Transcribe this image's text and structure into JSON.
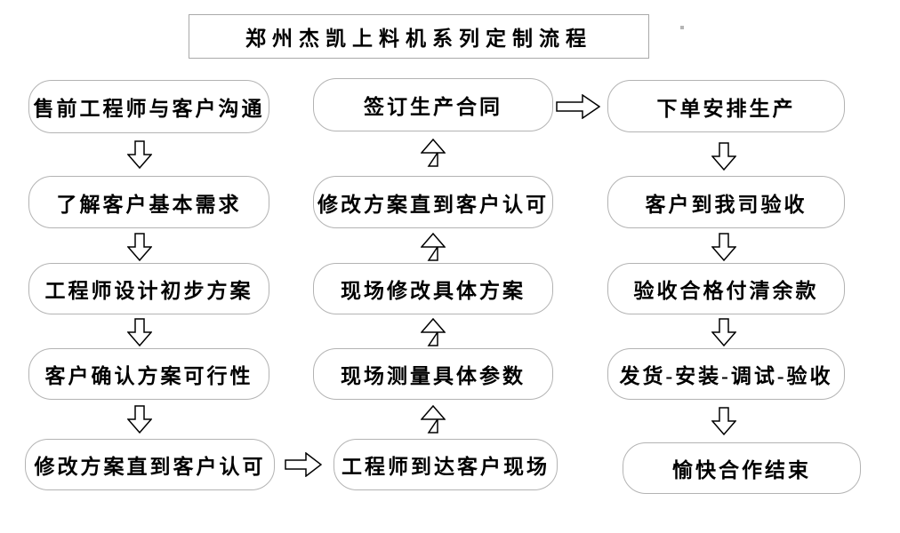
{
  "title": "郑州杰凯上料机系列定制流程",
  "nodes": {
    "left": [
      "售前工程师与客户沟通",
      "了解客户基本需求",
      "工程师设计初步方案",
      "客户确认方案可行性",
      "修改方案直到客户认可"
    ],
    "middle": [
      "签订生产合同",
      "修改方案直到客户认可",
      "现场修改具体方案",
      "现场测量具体参数",
      "工程师到达客户现场"
    ],
    "right": [
      "下单安排生产",
      "客户到我司验收",
      "验收合格付清余款",
      "发货-安装-调试-验收",
      "愉快合作结束"
    ]
  },
  "colors": {
    "background": "#ffffff",
    "box_border": "#b3b3b3",
    "text": "#000000",
    "arrow_outline": "#000000"
  }
}
